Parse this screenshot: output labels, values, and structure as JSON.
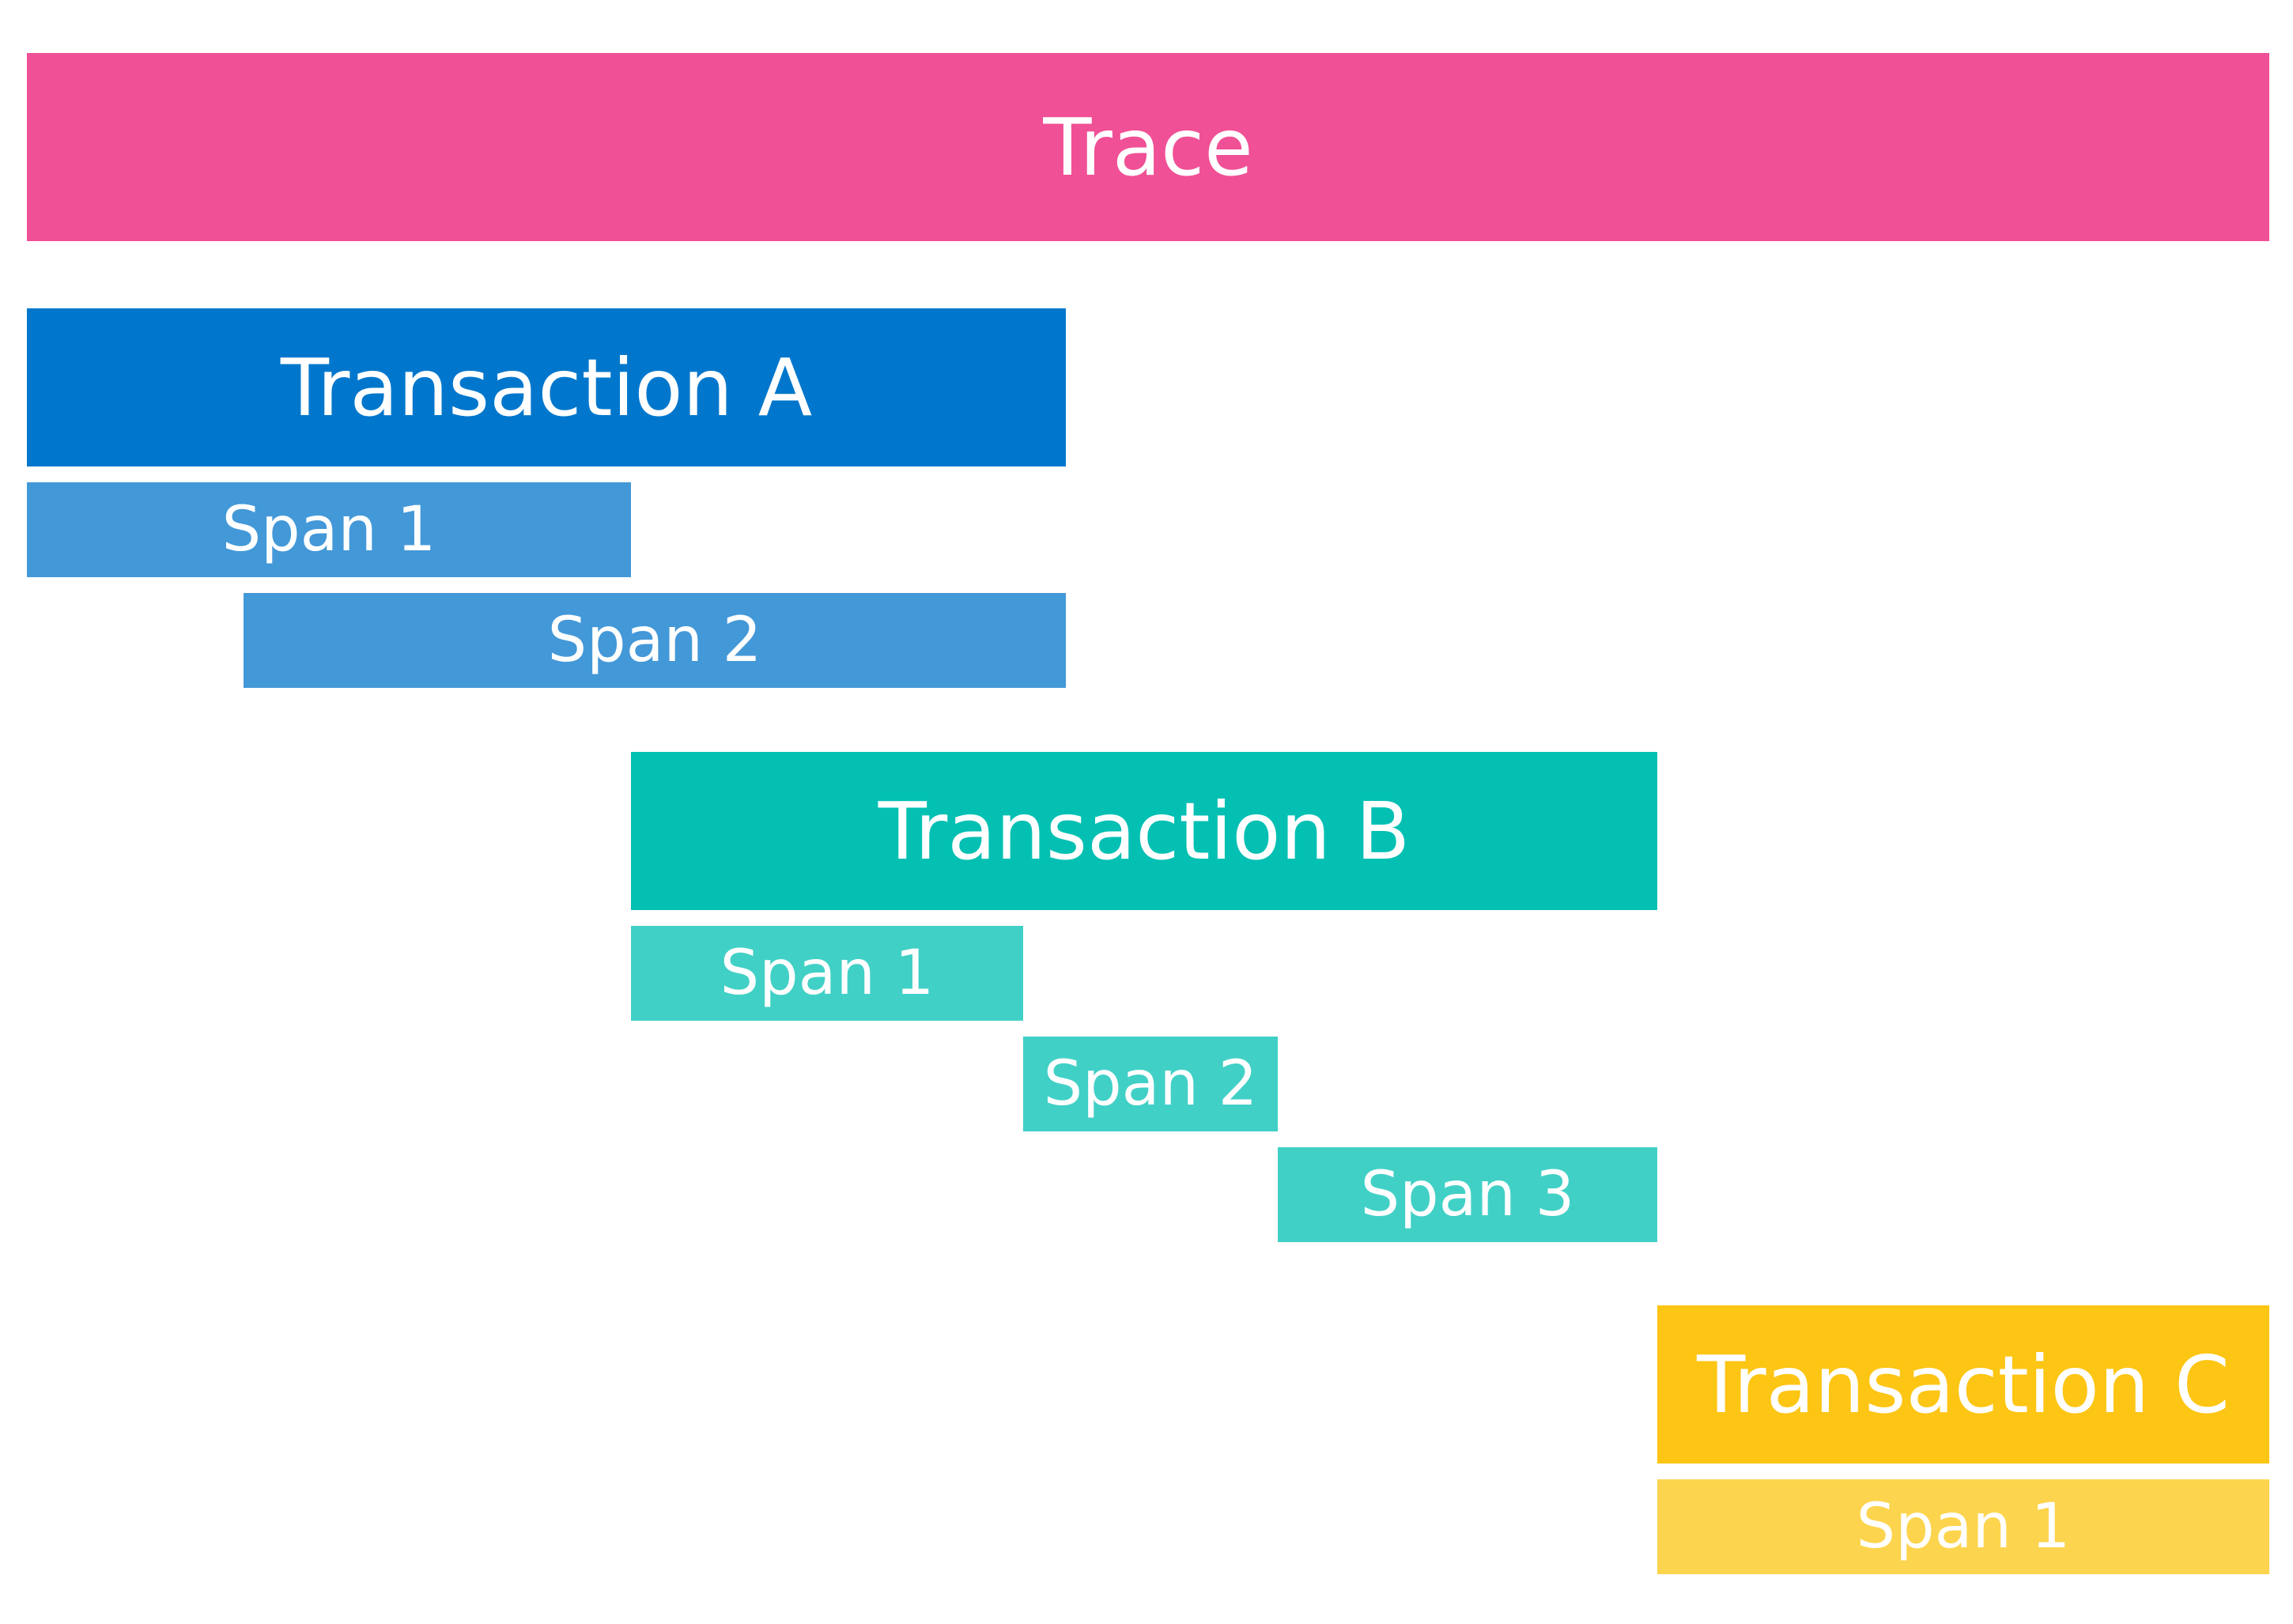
{
  "trace": {
    "label": "Trace",
    "color": "#f05096"
  },
  "transactions": [
    {
      "label": "Transaction A",
      "color": "#0077cc",
      "span_color": "#4398d8",
      "spans": [
        {
          "label": "Span 1"
        },
        {
          "label": "Span 2"
        }
      ]
    },
    {
      "label": "Transaction B",
      "color": "#03c0b3",
      "span_color": "#41d0c6",
      "spans": [
        {
          "label": "Span 1"
        },
        {
          "label": "Span 2"
        },
        {
          "label": "Span 3"
        }
      ]
    },
    {
      "label": "Transaction C",
      "color": "#fdc514",
      "span_color": "#fdd44d",
      "spans": [
        {
          "label": "Span 1"
        }
      ]
    }
  ]
}
